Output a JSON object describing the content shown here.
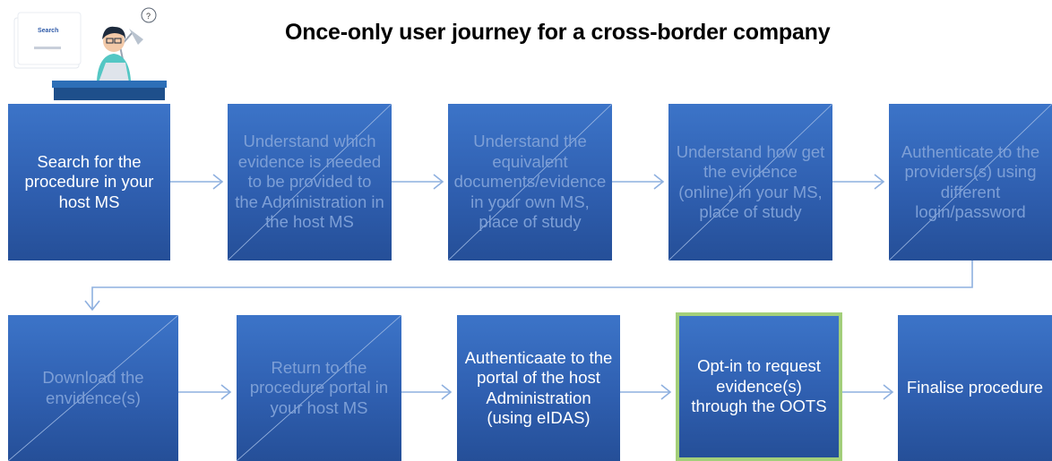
{
  "title": "Once-only user journey for a cross-border company",
  "illustration": {
    "search_label": "Search"
  },
  "steps_row1": [
    {
      "label": "Search for the procedure in your host MS",
      "state": "active"
    },
    {
      "label": "Understand which evidence is needed to be provided to the Administration in the host MS",
      "state": "crossed"
    },
    {
      "label": "Understand the equivalent documents/evidence in your own MS, place of study",
      "state": "crossed"
    },
    {
      "label": "Understand how get the evidence (online) in your MS, place of study",
      "state": "crossed"
    },
    {
      "label": "Authenticate to the providers(s) using different login/password",
      "state": "crossed"
    }
  ],
  "steps_row2": [
    {
      "label": "Download the envidence(s)",
      "state": "crossed"
    },
    {
      "label": "Return to the procedure portal in your host MS",
      "state": "crossed"
    },
    {
      "label": "Authenticaate to the portal of the host Administration (using eIDAS)",
      "state": "active"
    },
    {
      "label": "Opt-in to request evidence(s) through the OOTS",
      "state": "highlighted"
    },
    {
      "label": "Finalise procedure",
      "state": "active"
    }
  ],
  "colors": {
    "box_fill": "#2f5fb0",
    "active_text": "#ffffff",
    "crossed_text": "#7d9fd6",
    "connector": "#8eb0df",
    "highlight_border": "#a3cf7a"
  }
}
